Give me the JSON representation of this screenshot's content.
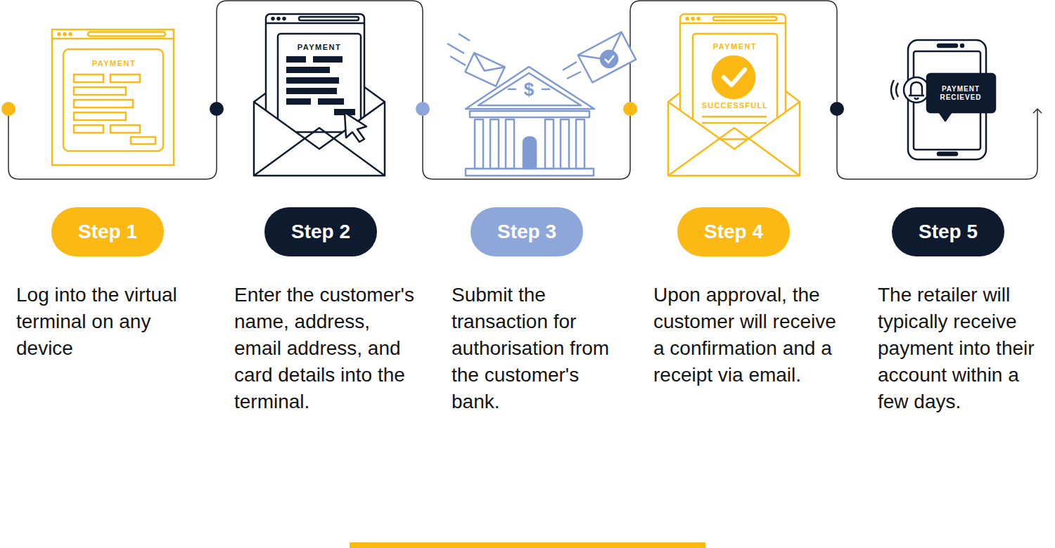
{
  "diagram": {
    "nodes": [
      {
        "text": [
          "Step 1",
          "Log into the virtual terminal on any device"
        ]
      },
      {
        "text": [
          "Step 2",
          "Enter the customer's name, address, email address, and card details into the terminal."
        ]
      },
      {
        "text": [
          "Step 3",
          "Submit the transaction for authorisation from the customer's bank."
        ]
      },
      {
        "text": [
          "Step 4",
          "Upon approval, the customer will receive a confirmation and a receipt via email."
        ]
      },
      {
        "text": [
          "Step 5",
          "The retailer will typically receive payment into their account within a few days."
        ]
      }
    ],
    "labels": [
      "PAYMENT",
      "PAYMENT",
      "$",
      "PAYMENT",
      "SUCCESSFULL",
      "PAYMENT RECIEVED"
    ]
  }
}
